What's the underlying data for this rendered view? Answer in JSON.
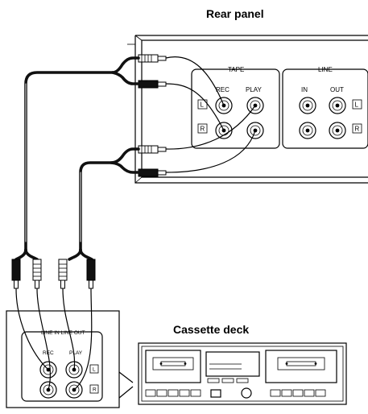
{
  "labels": {
    "rear_panel": "Rear panel",
    "tape": "TAPE",
    "line": "LINE",
    "rec": "REC",
    "play": "PLAY",
    "in": "IN",
    "out": "OUT",
    "ch_l": "L",
    "ch_r": "R",
    "cassette_deck": "Cassette deck",
    "line_in_line_out": "LINE IN LINE OUT",
    "deck_rec": "REC",
    "deck_play": "PLAY"
  }
}
